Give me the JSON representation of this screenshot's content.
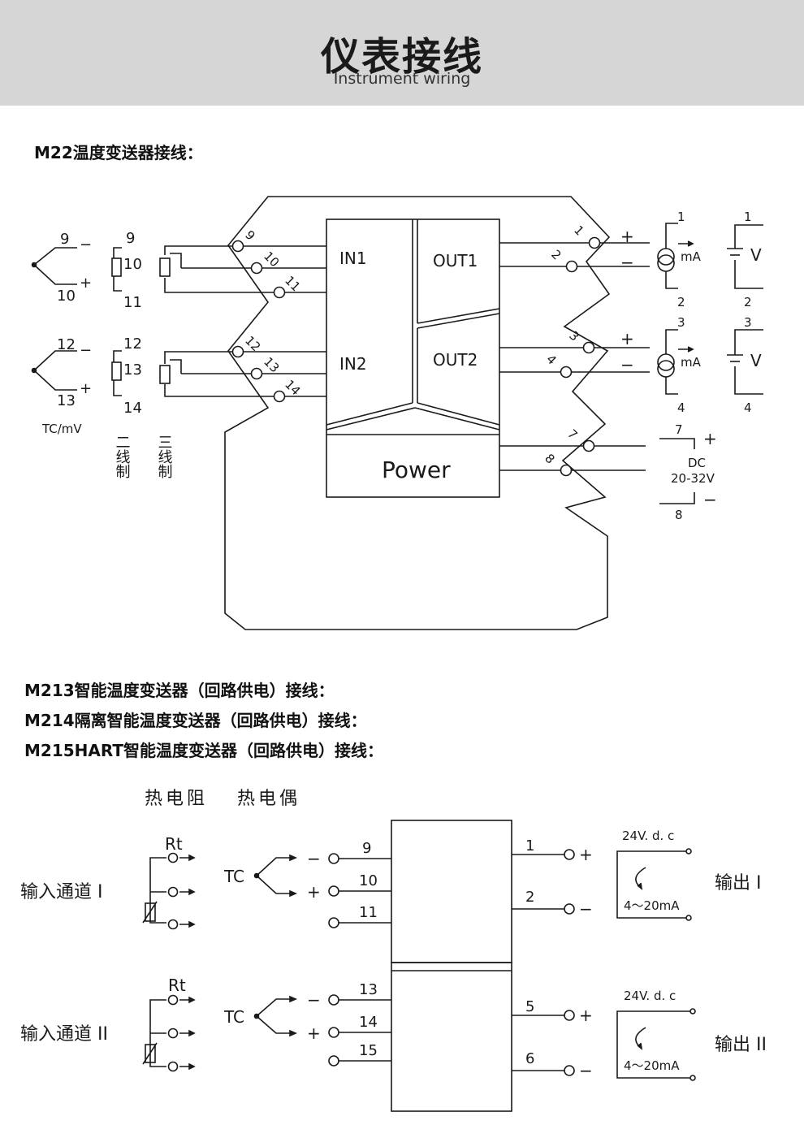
{
  "header": {
    "title_cn": "仪表接线",
    "title_en": "Instrument wiring"
  },
  "section1": {
    "title": "M22温度变送器接线：",
    "in_labels": [
      "IN1",
      "IN2"
    ],
    "out_labels": [
      "OUT1",
      "OUT2"
    ],
    "power_label": "Power",
    "terminals": [
      "9",
      "10",
      "11",
      "12",
      "13",
      "14",
      "1",
      "2",
      "3",
      "4",
      "7",
      "8"
    ],
    "tc_caption": "TC/mV",
    "two_wire": "二线制",
    "three_wire": "三线制",
    "ma_label": "mA",
    "v_label": "V",
    "dc_label": "DC",
    "dc_range": "20-32V",
    "plus": "+",
    "minus": "−"
  },
  "section2": {
    "titles": [
      "M213智能温度变送器（回路供电）接线：",
      "M214隔离智能温度变送器（回路供电）接线：",
      "M215HART智能温度变送器（回路供电）接线："
    ],
    "rtd_label": "热电阻",
    "tc_head_label": "热电偶",
    "rt": "Rt",
    "tc": "TC",
    "channel1": "输入通道 I",
    "channel2": "输入通道 II",
    "output1": "输出 I",
    "output2": "输出 II",
    "supply": "24V. d. c",
    "loop": "4～20mA",
    "terminals_ch1": [
      "9",
      "10",
      "11"
    ],
    "terminals_ch2": [
      "13",
      "14",
      "15"
    ],
    "out_terminals_1": [
      "1",
      "2"
    ],
    "out_terminals_2": [
      "5",
      "6"
    ]
  }
}
